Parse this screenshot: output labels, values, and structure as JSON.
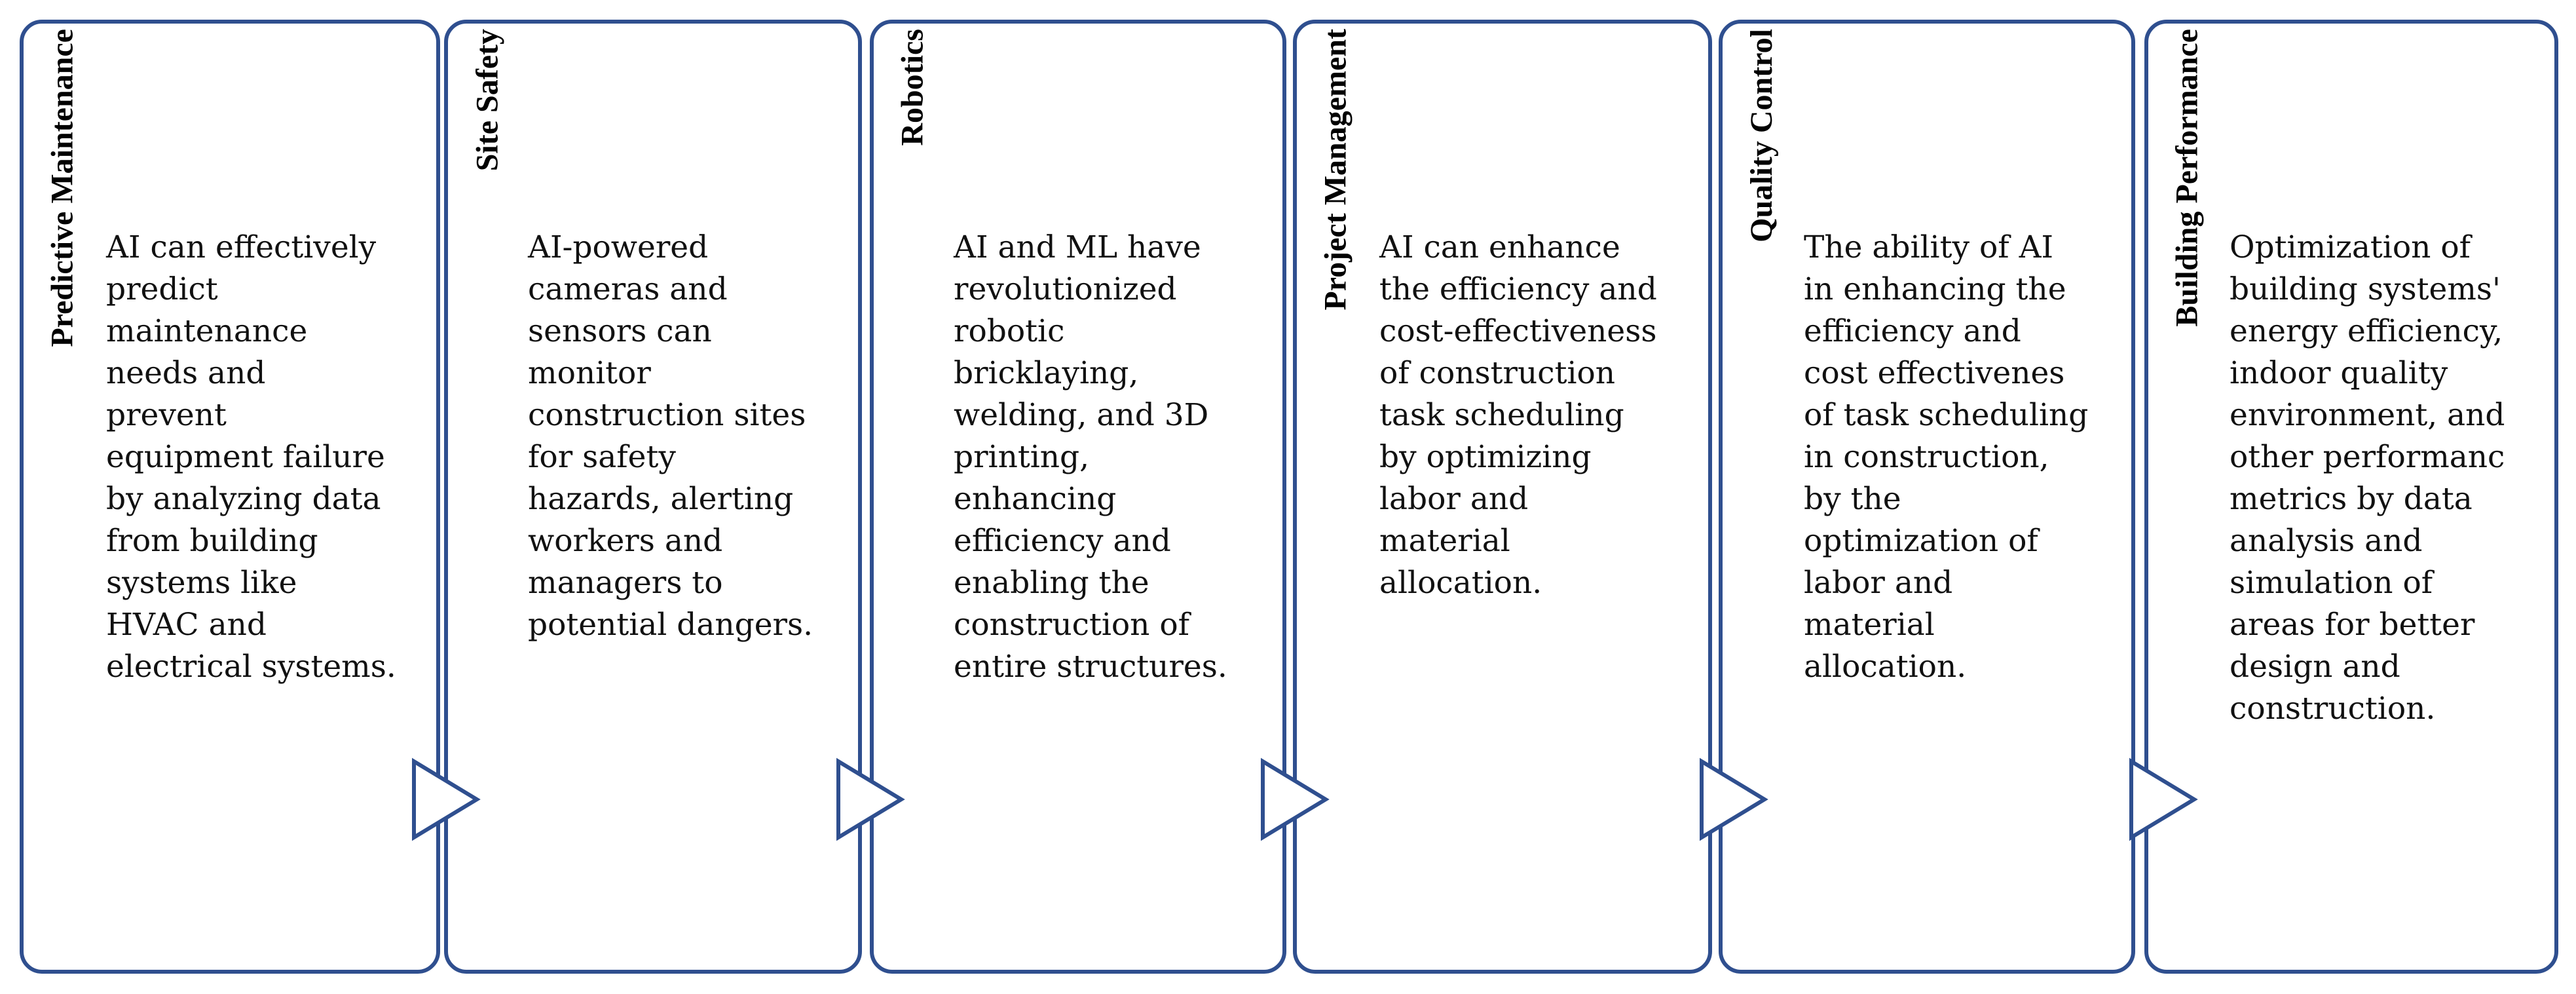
{
  "panels": [
    {
      "title": "Predictive Maintenance",
      "lines": [
        "AI can effectively",
        "predict",
        "maintenance",
        "needs and",
        "prevent",
        "equipment failure",
        "by analyzing data",
        "from building",
        "systems like",
        "HVAC and",
        "electrical systems."
      ]
    },
    {
      "title": "Site Safety",
      "lines": [
        "AI-powered",
        "cameras and",
        "sensors can",
        "monitor",
        "construction sites",
        "for safety",
        "hazards, alerting",
        "workers and",
        "managers to",
        "potential dangers."
      ]
    },
    {
      "title": "Robotics",
      "lines": [
        "AI and ML have",
        "revolutionized",
        "robotic",
        "bricklaying,",
        "welding, and 3D",
        "printing,",
        "enhancing",
        "efficiency and",
        "enabling the",
        "construction of",
        "entire structures."
      ]
    },
    {
      "title": "Project Management",
      "lines": [
        "AI can enhance",
        "the efficiency and",
        "cost-effectiveness",
        "of construction",
        "task scheduling",
        "by optimizing",
        "labor and",
        "material",
        "allocation."
      ]
    },
    {
      "title": "Quality Control",
      "lines": [
        "The ability of AI",
        "in enhancing the",
        "efficiency and",
        "cost effectivenes",
        "of task scheduling",
        "in construction,",
        "by the",
        "optimization of",
        "labor and",
        "material",
        "allocation."
      ]
    },
    {
      "title": "Building Performance",
      "lines": [
        "Optimization of",
        "building systems'",
        "energy efficiency,",
        "indoor quality",
        "environment, and",
        "other performanc",
        "metrics by data",
        "analysis and",
        "simulation of",
        "areas for better",
        "design and",
        "construction."
      ]
    }
  ],
  "colors": {
    "border": "#2f4f8f",
    "arrow_fill": "#ffffff",
    "text": "#111111"
  },
  "icons": {
    "connector": "triangle-right-arrow-icon"
  }
}
